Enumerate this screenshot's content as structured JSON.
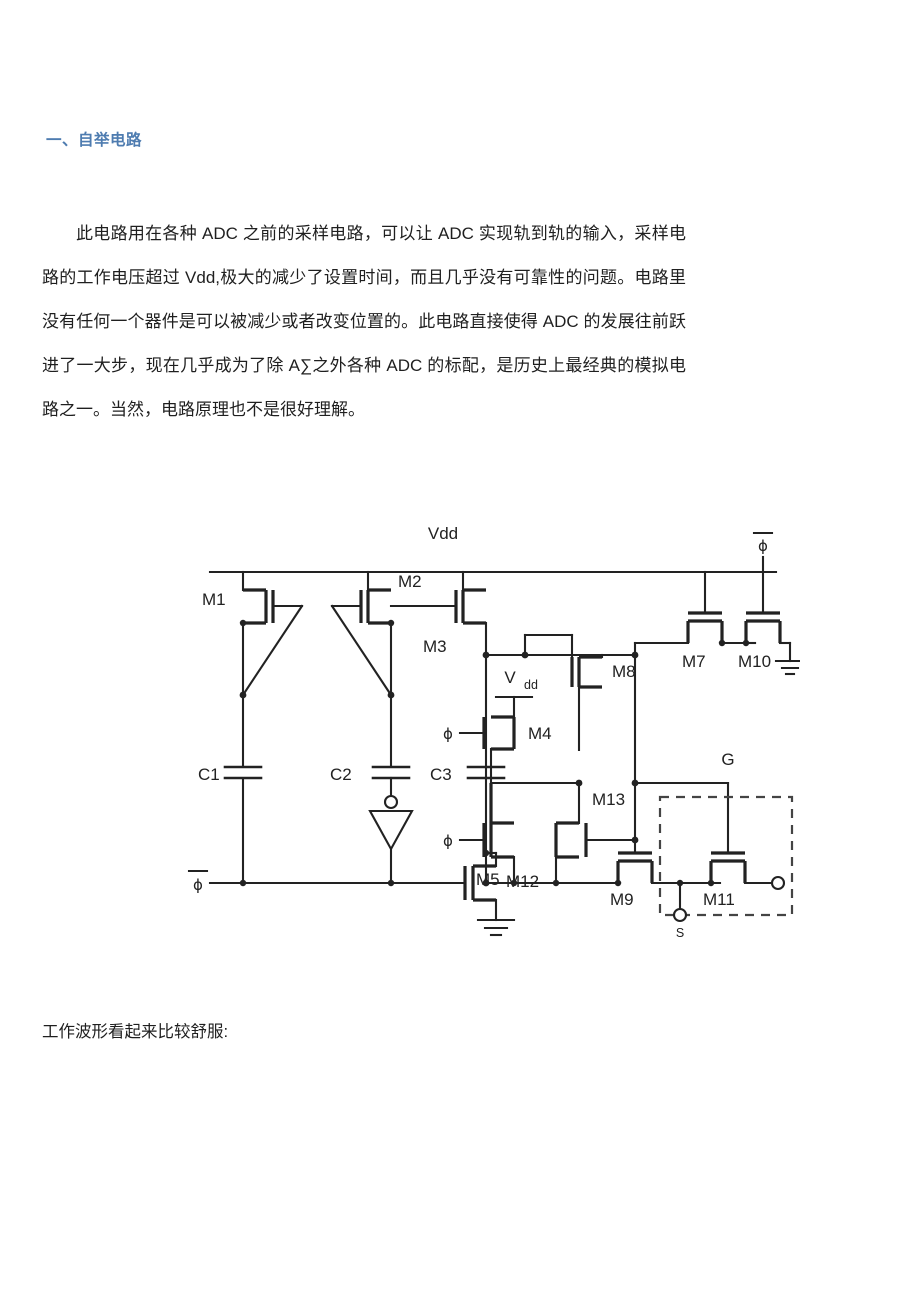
{
  "document": {
    "heading": "一、自举电路",
    "paragraph": "此电路用在各种 ADC 之前的采样电路，可以让 ADC 实现轨到轨的输入，采样电路的工作电压超过 Vdd,极大的减少了设置时间，而且几乎没有可靠性的问题。电路里没有任何一个器件是可以被减少或者改变位置的。此电路直接使得 ADC 的发展往前跃进了一大步，现在几乎成为了除 A∑之外各种 ADC 的标配，是历史上最经典的模拟电路之一。当然，电路原理也不是很好理解。",
    "closing": "工作波形看起来比较舒服:"
  },
  "colors": {
    "heading_blue": "#4e7cb0",
    "body_text": "#1f1f1f",
    "diagram_line": "#222222",
    "page_background": "#ffffff"
  },
  "figure": {
    "title": "自举电路 bootstrapped switch schematic",
    "supply_label": "Vdd",
    "labels": {
      "m1": "M1",
      "m2": "M2",
      "m3": "M3",
      "m4": "M4",
      "m5": "M5",
      "m7": "M7",
      "m8": "M8",
      "m9": "M9",
      "m10": "M10",
      "m11": "M11",
      "m12": "M12",
      "m13": "M13",
      "c1": "C1",
      "c2": "C2",
      "c3": "C3",
      "vdd_inner": "V",
      "vdd_inner_sub": "dd",
      "gate_node": "G",
      "source_node": "S",
      "phi_m4": "ɸ",
      "phi_m5": "ɸ",
      "phibar_m10": "ɸ",
      "phibar_left": "ɸ"
    },
    "components": [
      {
        "id": "M1",
        "type": "pmos",
        "label": "M1"
      },
      {
        "id": "M2",
        "type": "pmos",
        "label": "M2"
      },
      {
        "id": "M3",
        "type": "pmos",
        "label": "M3"
      },
      {
        "id": "M4",
        "type": "pmos",
        "label": "M4"
      },
      {
        "id": "M5",
        "type": "nmos",
        "label": "M5"
      },
      {
        "id": "M7",
        "type": "nmos",
        "label": "M7"
      },
      {
        "id": "M8",
        "type": "pmos",
        "label": "M8"
      },
      {
        "id": "M9",
        "type": "nmos",
        "label": "M9"
      },
      {
        "id": "M10",
        "type": "nmos",
        "label": "M10"
      },
      {
        "id": "M11",
        "type": "nmos",
        "label": "M11"
      },
      {
        "id": "M12",
        "type": "nmos",
        "label": "M12"
      },
      {
        "id": "M13",
        "type": "nmos",
        "label": "M13"
      },
      {
        "id": "C1",
        "type": "capacitor",
        "label": "C1"
      },
      {
        "id": "C2",
        "type": "capacitor",
        "label": "C2"
      },
      {
        "id": "C3",
        "type": "capacitor",
        "label": "C3"
      },
      {
        "id": "INV",
        "type": "inverter",
        "label": ""
      }
    ]
  }
}
